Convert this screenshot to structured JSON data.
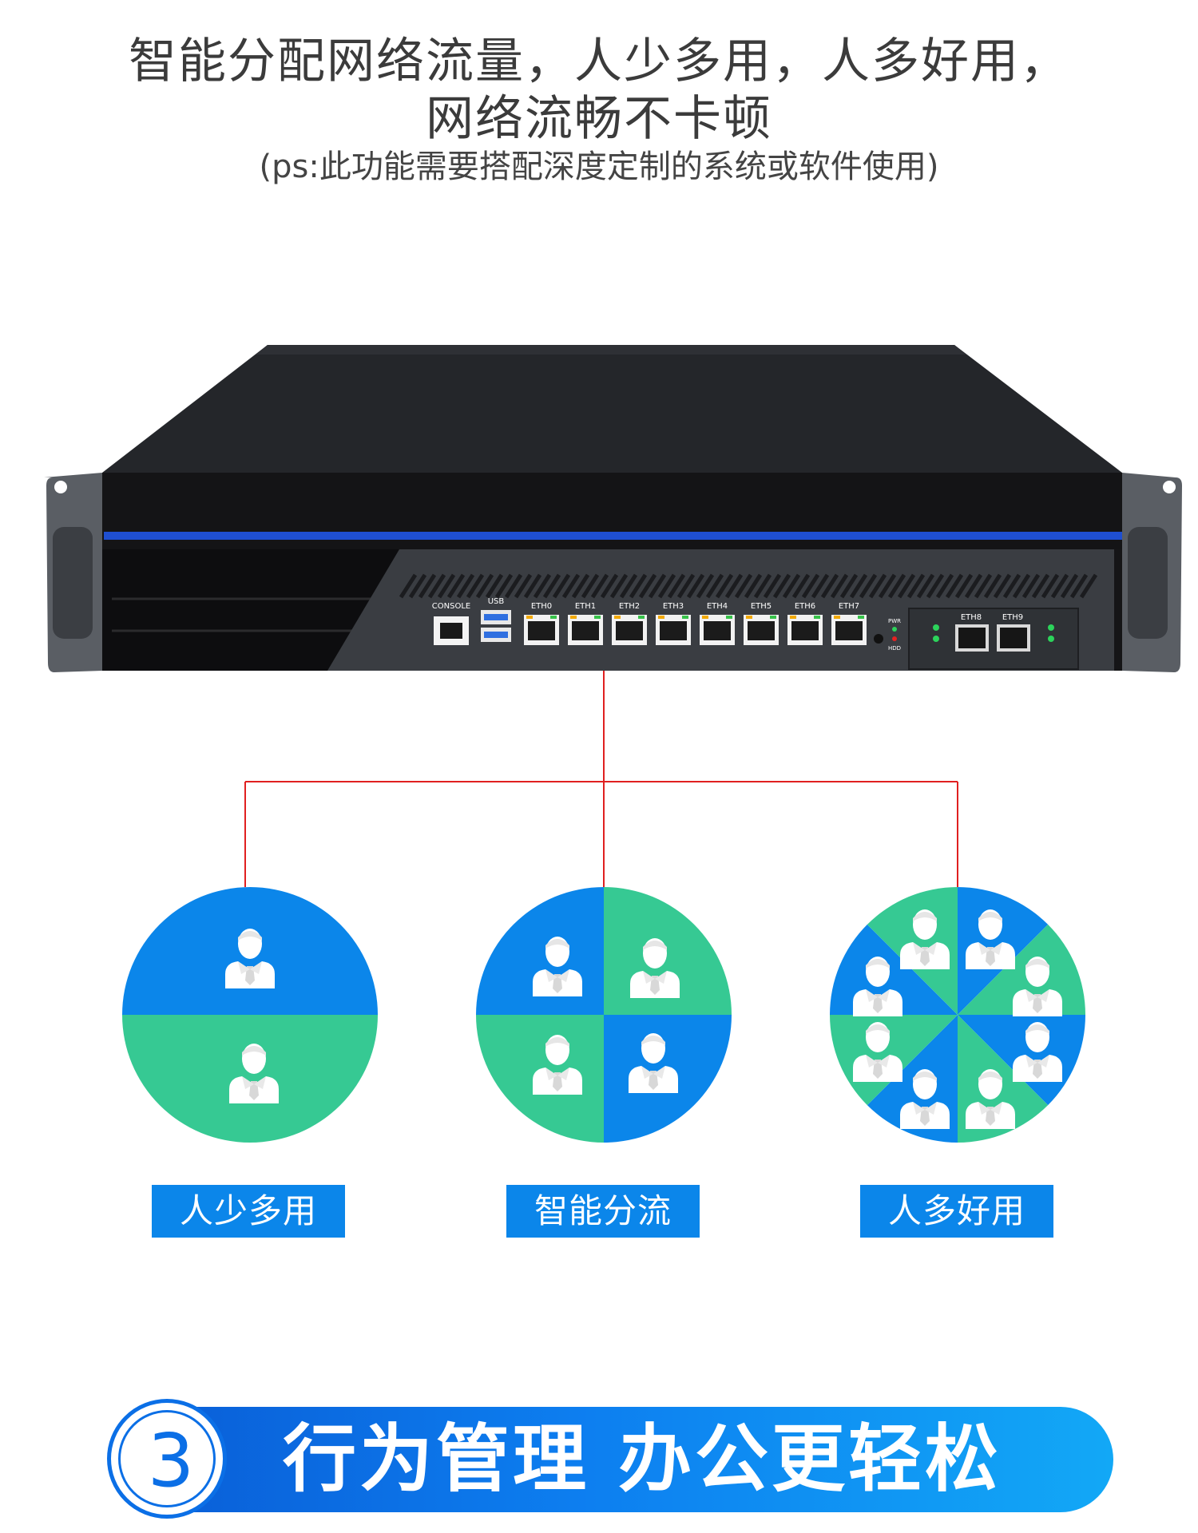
{
  "header": {
    "line1": "智能分配网络流量，人少多用，人多好用，",
    "line2": "网络流畅不卡顿",
    "note": "(ps:此功能需要搭配深度定制的系统或软件使用)"
  },
  "device": {
    "labels": {
      "console": "CONSOLE",
      "usb": "USB",
      "eth_ports": [
        "ETH0",
        "ETH1",
        "ETH2",
        "ETH3",
        "ETH4",
        "ETH5",
        "ETH6",
        "ETH7"
      ],
      "sfp_ports": [
        "ETH8",
        "ETH9"
      ],
      "pwr": "PWR",
      "hdd": "HDD"
    },
    "colors": {
      "stripe": "#1f4fd1",
      "chassis": "#1c1c1e",
      "panel": "#3a3d42"
    }
  },
  "modes": [
    {
      "label": "人少多用",
      "users": 2
    },
    {
      "label": "智能分流",
      "users": 4
    },
    {
      "label": "人多好用",
      "users": 8
    }
  ],
  "colors": {
    "blue": "#0b86ea",
    "green": "#36c993",
    "line": "#e02020"
  },
  "banner": {
    "number": "3",
    "text": "行为管理 办公更轻松"
  }
}
